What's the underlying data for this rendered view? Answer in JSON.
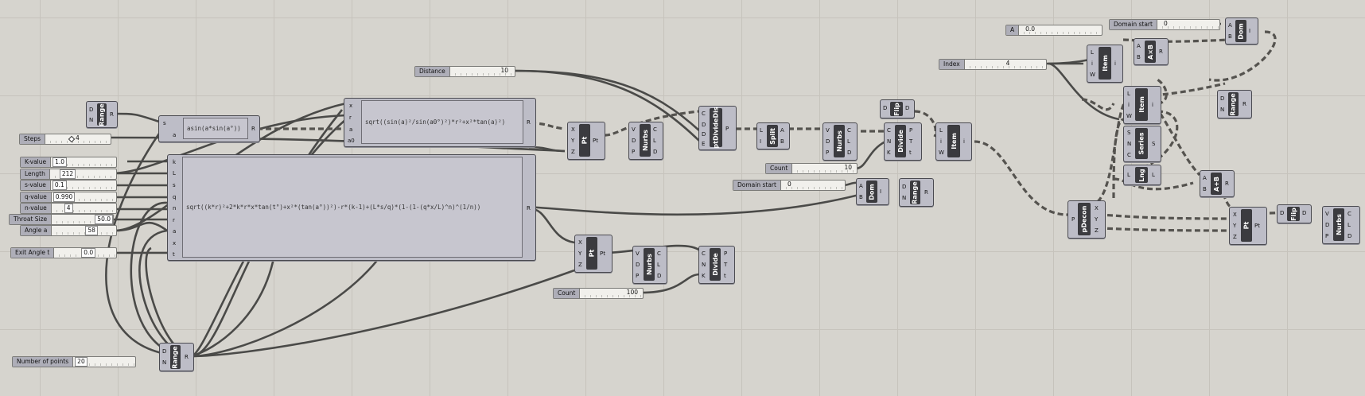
{
  "sliders": {
    "steps": {
      "label": "Steps",
      "value": "4"
    },
    "k_value": {
      "label": "K-value",
      "value": "1.0"
    },
    "length": {
      "label": "Length",
      "value": "212"
    },
    "s_value": {
      "label": "s-value",
      "value": "0.1"
    },
    "q_value": {
      "label": "q-value",
      "value": "0.990"
    },
    "n_value": {
      "label": "n-value",
      "value": "4"
    },
    "throat_size": {
      "label": "Throat Size",
      "value": "50.0"
    },
    "angle_a": {
      "label": "Angle a",
      "value": "58"
    },
    "exit_angle": {
      "label": "Exit Angle t",
      "value": "0.0"
    },
    "num_points": {
      "label": "Number of points",
      "value": "20"
    },
    "distance": {
      "label": "Distance",
      "value": "10"
    },
    "count1": {
      "label": "Count",
      "value": "10"
    },
    "domain_start1": {
      "label": "Domain start",
      "value": "0"
    },
    "count2": {
      "label": "Count",
      "value": "100"
    },
    "a_slider": {
      "label": "A",
      "value": "0.0"
    },
    "index": {
      "label": "Index",
      "value": "4"
    },
    "domain_start2": {
      "label": "Domain start",
      "value": "0"
    }
  },
  "expressions": {
    "asin": "asin(a*sin(a°))",
    "sqrt_top": "sqrt((sin(a)²/sin(a0°)²)*r²+x²*tan(a)²)",
    "sqrt_main": "sqrt((k*r)²+2*k*r*x*tan(t°)+x²*(tan(a°))²)-r*(k-1)+(L*s/q)*(1-(1-(q*x/L)^n)^(1/n))"
  },
  "components": {
    "range": "Range",
    "pt": "Pt",
    "nurbs": "Nurbs",
    "ptdividedis": "ptDivideDis",
    "split": "Split",
    "divide": "Divide",
    "flip": "Flip",
    "item": "Item",
    "dom": "Dom",
    "pdecon": "pDecon",
    "item_short": "Item",
    "series": "Series",
    "lng": "Lng",
    "axb": "A×B",
    "aplusb": "A+B"
  },
  "pins": {
    "D": "D",
    "N": "N",
    "R": "R",
    "s": "s",
    "a": "a",
    "x": "x",
    "r": "r",
    "a0": "a0",
    "k": "k",
    "L": "L",
    "q": "q",
    "n": "n",
    "t": "t",
    "X": "X",
    "Y": "Y",
    "Z": "Z",
    "V": "V",
    "P": "P",
    "C": "C",
    "E": "E",
    "I": "I",
    "A": "A",
    "B": "B",
    "K": "K",
    "T": "T",
    "W": "W",
    "i": "i",
    "S": "S",
    "Pt": "Pt"
  }
}
